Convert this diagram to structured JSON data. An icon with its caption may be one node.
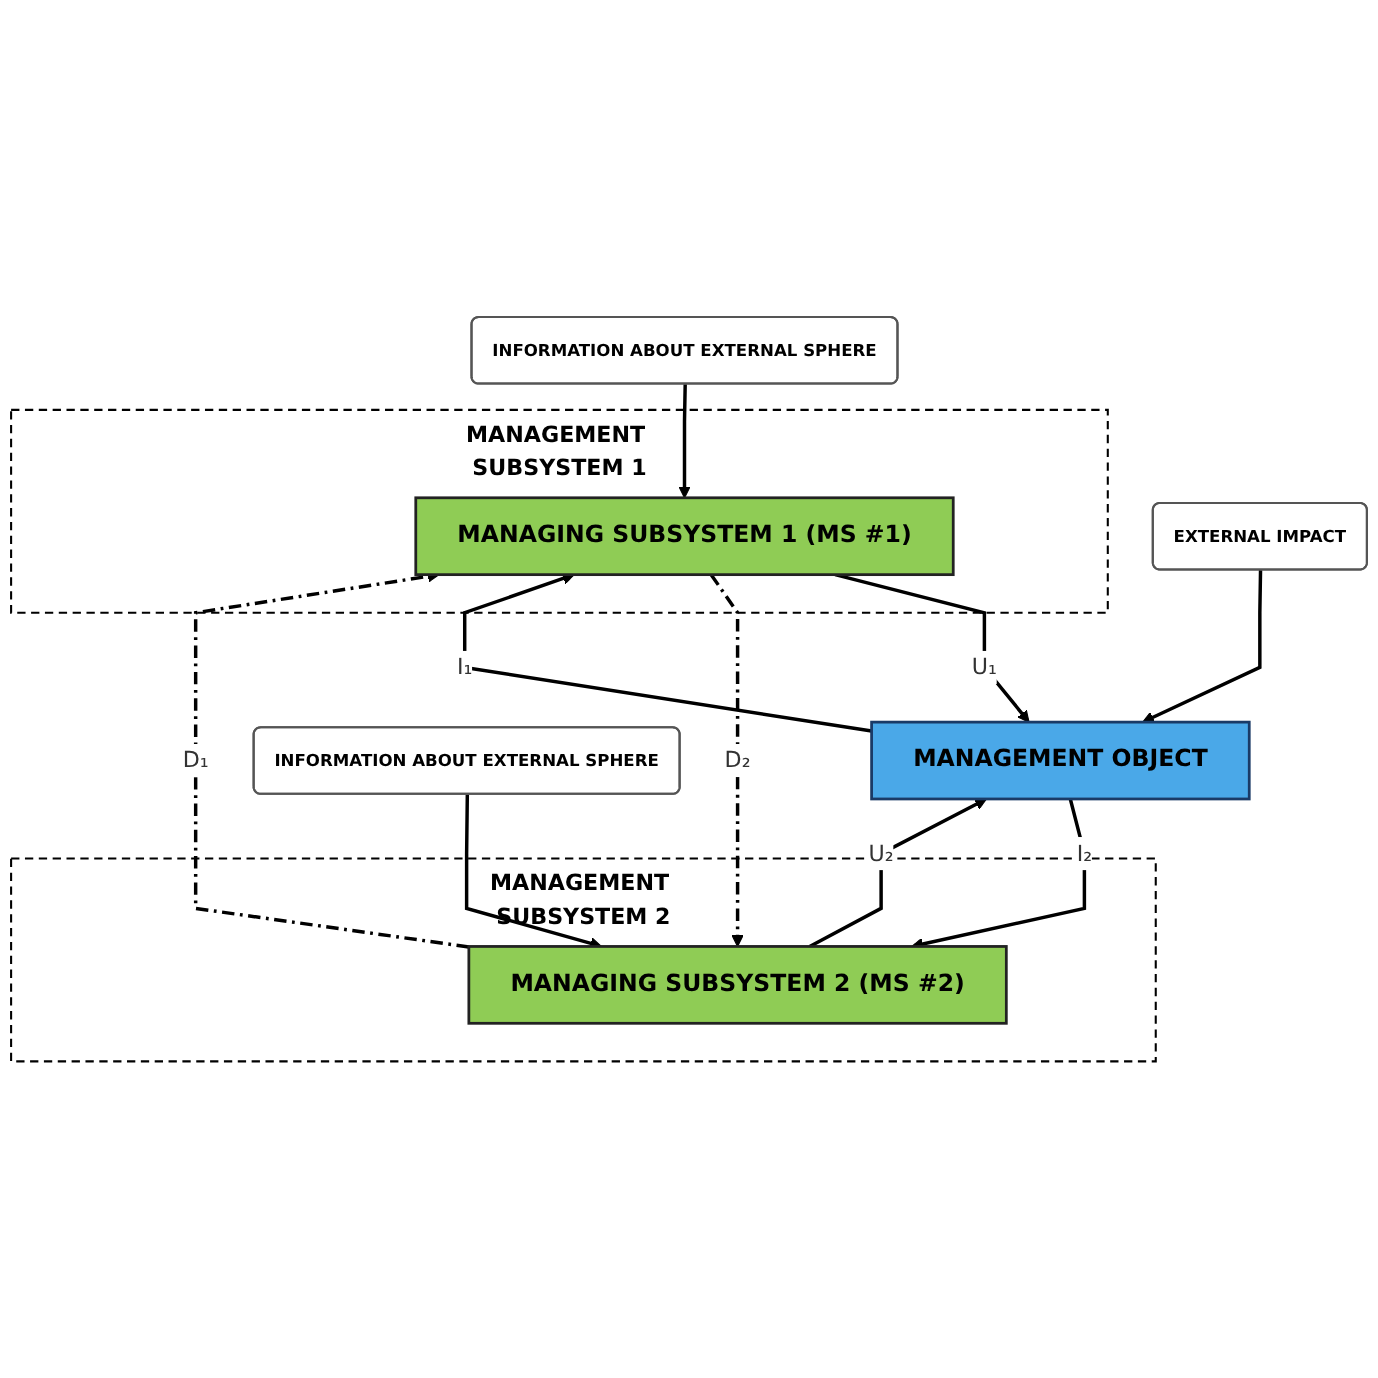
{
  "diagram": {
    "nodes": [
      {
        "text": [
          "INFORMATION ABOUT EXTERNAL SPHERE"
        ]
      },
      {
        "text": [
          "MANAGEMENT SUBSYSTEM 1"
        ]
      },
      {
        "text": [
          "MANAGING SUBSYSTEM 1 (MS #1)"
        ],
        "in": 1
      },
      {
        "text": [
          "EXTERNAL IMPACT"
        ]
      },
      {
        "text": [
          "MANAGEMENT OBJECT"
        ]
      },
      {
        "text": [
          "MANAGEMENT SUBSYSTEM 2"
        ]
      },
      {
        "text": [
          "INFORMATION ABOUT EXTERNAL SPHERE"
        ]
      },
      {
        "text": [
          "MANAGING SUBSYSTEM 2 (MS #2)"
        ],
        "in": 5
      }
    ],
    "edges": [
      {
        "from": 0,
        "to": 2,
        "arrow": "to"
      },
      {
        "from": 2,
        "to": 4,
        "arrow": "to",
        "label": "U₁"
      },
      {
        "from": 4,
        "to": 2,
        "arrow": "to",
        "label": "I₁"
      },
      {
        "from": 7,
        "to": 2,
        "arrow": "to",
        "label": "D₁",
        "style": "dashed"
      },
      {
        "from": 3,
        "to": 4,
        "arrow": "to"
      },
      {
        "from": 7,
        "to": 4,
        "arrow": "to",
        "label": "U₂"
      },
      {
        "from": 4,
        "to": 7,
        "arrow": "to",
        "label": "I₂"
      },
      {
        "from": 2,
        "to": 7,
        "arrow": "to",
        "label": "D₂",
        "style": "dashed"
      },
      {
        "from": 6,
        "to": 7,
        "arrow": "to"
      }
    ]
  }
}
